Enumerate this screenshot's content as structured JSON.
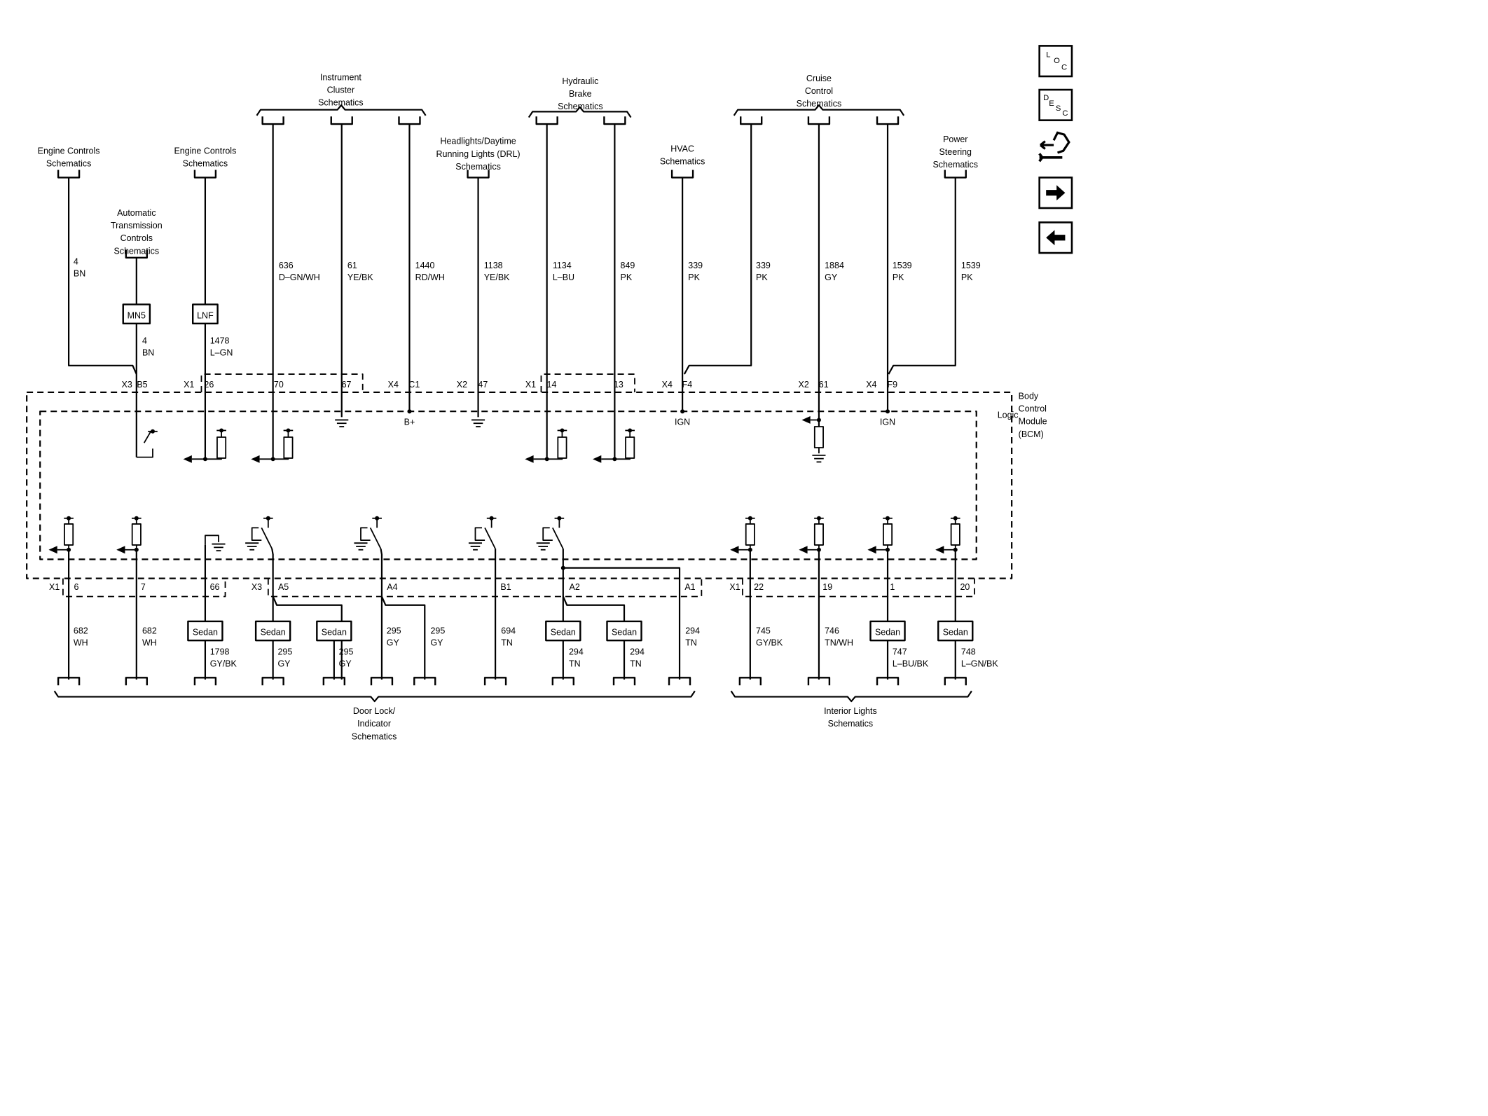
{
  "top_groups": [
    {
      "id": "ecm-a",
      "lines": [
        "Engine Controls",
        "Schematics"
      ]
    },
    {
      "id": "ecm-b",
      "lines": [
        "Engine Controls",
        "Schematics"
      ]
    },
    {
      "id": "tcm",
      "lines": [
        "Automatic",
        "Transmission",
        "Controls",
        "Schematics"
      ]
    },
    {
      "id": "ipc",
      "lines": [
        "Instrument",
        "Cluster",
        "Schematics"
      ]
    },
    {
      "id": "drl",
      "lines": [
        "Headlights/Daytime",
        "Running Lights (DRL)",
        "Schematics"
      ]
    },
    {
      "id": "brake",
      "lines": [
        "Hydraulic",
        "Brake",
        "Schematics"
      ]
    },
    {
      "id": "hvac",
      "lines": [
        "HVAC",
        "Schematics"
      ]
    },
    {
      "id": "cruise",
      "lines": [
        "Cruise",
        "Control",
        "Schematics"
      ]
    },
    {
      "id": "steer",
      "lines": [
        "Power",
        "Steering",
        "Schematics"
      ]
    }
  ],
  "top_wires": [
    {
      "id": "w4bn",
      "circuit": "4",
      "color": "BN",
      "conn": "X3",
      "pin": "B5"
    },
    {
      "id": "w4bn2",
      "circuit": "4",
      "color": "BN"
    },
    {
      "id": "w1478",
      "circuit": "1478",
      "color": "L–GN",
      "conn": "X1",
      "pin": "26"
    },
    {
      "id": "w636",
      "circuit": "636",
      "color": "D–GN/WH",
      "pin": "70"
    },
    {
      "id": "w61",
      "circuit": "61",
      "color": "YE/BK",
      "pin": "67"
    },
    {
      "id": "w1440",
      "circuit": "1440",
      "color": "RD/WH",
      "conn": "X4",
      "pin": "C1",
      "inner": "B+"
    },
    {
      "id": "w1138",
      "circuit": "1138",
      "color": "YE/BK",
      "conn": "X2",
      "pin": "47"
    },
    {
      "id": "w1134",
      "circuit": "1134",
      "color": "L–BU",
      "conn": "X1",
      "pin": "14"
    },
    {
      "id": "w849",
      "circuit": "849",
      "color": "PK",
      "pin": "13"
    },
    {
      "id": "w339a",
      "circuit": "339",
      "color": "PK",
      "conn": "X4",
      "pin": "F4",
      "inner": "IGN"
    },
    {
      "id": "w339b",
      "circuit": "339",
      "color": "PK"
    },
    {
      "id": "w1884",
      "circuit": "1884",
      "color": "GY",
      "conn": "X2",
      "pin": "61"
    },
    {
      "id": "w1539a",
      "circuit": "1539",
      "color": "PK",
      "conn": "X4",
      "pin": "F9",
      "inner": "IGN"
    },
    {
      "id": "w1539b",
      "circuit": "1539",
      "color": "PK"
    }
  ],
  "option_boxes": {
    "mn5": "MN5",
    "lnf": "LNF",
    "sedan": "Sedan"
  },
  "module": {
    "lines": [
      "Body",
      "Control",
      "Module",
      "(BCM)"
    ],
    "logic": "Logic"
  },
  "bottom_pins": [
    {
      "id": "p6",
      "conn": "X1",
      "pin": "6"
    },
    {
      "id": "p7",
      "pin": "7"
    },
    {
      "id": "p66",
      "pin": "66"
    },
    {
      "id": "pA5",
      "conn": "X3",
      "pin": "A5"
    },
    {
      "id": "pA4",
      "pin": "A4"
    },
    {
      "id": "pB1",
      "pin": "B1"
    },
    {
      "id": "pA2",
      "pin": "A2"
    },
    {
      "id": "pA1",
      "pin": "A1"
    },
    {
      "id": "p22",
      "conn": "X1",
      "pin": "22"
    },
    {
      "id": "p19",
      "pin": "19"
    },
    {
      "id": "p1",
      "pin": "1"
    },
    {
      "id": "p20",
      "pin": "20"
    }
  ],
  "bottom_wires": [
    {
      "id": "b682a",
      "circuit": "682",
      "color": "WH"
    },
    {
      "id": "b682b",
      "circuit": "682",
      "color": "WH"
    },
    {
      "id": "b1798",
      "circuit": "1798",
      "color": "GY/BK"
    },
    {
      "id": "b295a",
      "circuit": "295",
      "color": "GY"
    },
    {
      "id": "b295b",
      "circuit": "295",
      "color": "GY"
    },
    {
      "id": "b295c",
      "circuit": "295",
      "color": "GY"
    },
    {
      "id": "b295d",
      "circuit": "295",
      "color": "GY"
    },
    {
      "id": "b694",
      "circuit": "694",
      "color": "TN"
    },
    {
      "id": "b294a",
      "circuit": "294",
      "color": "TN"
    },
    {
      "id": "b294b",
      "circuit": "294",
      "color": "TN"
    },
    {
      "id": "b294c",
      "circuit": "294",
      "color": "TN"
    },
    {
      "id": "b745",
      "circuit": "745",
      "color": "GY/BK"
    },
    {
      "id": "b746",
      "circuit": "746",
      "color": "TN/WH"
    },
    {
      "id": "b747",
      "circuit": "747",
      "color": "L–BU/BK"
    },
    {
      "id": "b748",
      "circuit": "748",
      "color": "L–GN/BK"
    }
  ],
  "bottom_groups": [
    {
      "id": "doorlock",
      "lines": [
        "Door Lock/",
        "Indicator",
        "Schematics"
      ]
    },
    {
      "id": "interior",
      "lines": [
        "Interior Lights",
        "Schematics"
      ]
    }
  ],
  "nav": {
    "loc": [
      "L",
      "O",
      "C"
    ],
    "desc": [
      "D",
      "E",
      "S",
      "C"
    ],
    "icons": [
      "diagnostic-tool-icon",
      "arrow-right-icon",
      "arrow-left-icon"
    ]
  }
}
